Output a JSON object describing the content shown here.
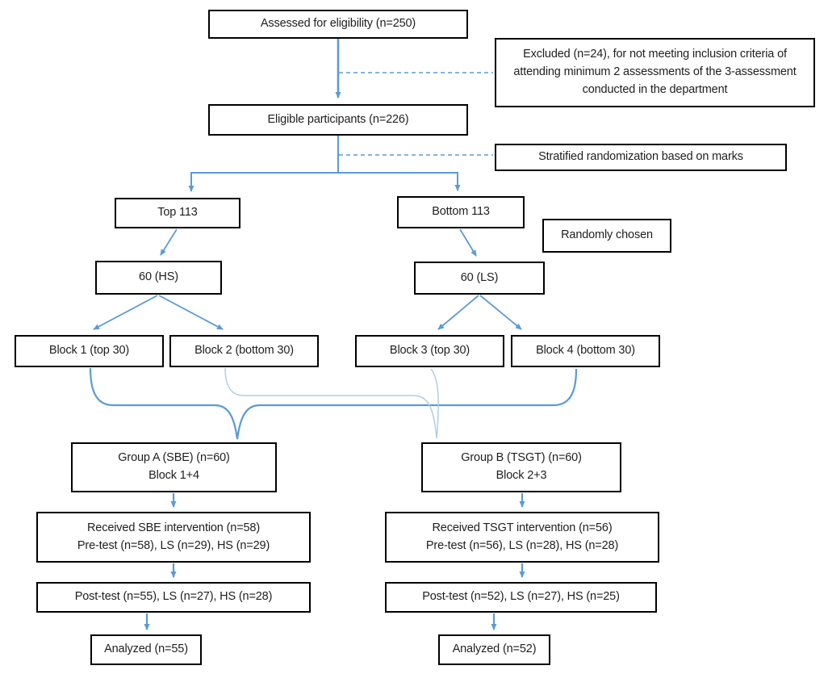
{
  "colors": {
    "arrow_blue": "#5b9bd5",
    "brace_light_blue": "#aecde9",
    "box_border": "#000000",
    "text": "#1f1f1f",
    "background": "#ffffff"
  },
  "diagram": {
    "boxes": {
      "assessed": {
        "text": "Assessed for eligibility (n=250)"
      },
      "excluded": {
        "text": "Excluded (n=24), for not meeting inclusion criteria of attending minimum 2 assessments of the 3-assessment conducted in the department"
      },
      "eligible": {
        "text": "Eligible participants (n=226)"
      },
      "stratified": {
        "text": "Stratified randomization based on marks"
      },
      "top113": {
        "text": "Top 113"
      },
      "bottom113": {
        "text": "Bottom 113"
      },
      "randomly_chosen": {
        "text": "Randomly chosen"
      },
      "hs60": {
        "text": "60 (HS)"
      },
      "ls60": {
        "text": "60 (LS)"
      },
      "block1": {
        "text": "Block 1 (top 30)"
      },
      "block2": {
        "text": "Block 2 (bottom 30)"
      },
      "block3": {
        "text": "Block 3 (top 30)"
      },
      "block4": {
        "text": "Block 4 (bottom 30)"
      },
      "groupA": {
        "line1": "Group A (SBE) (n=60)",
        "line2": "Block 1+4"
      },
      "groupB": {
        "line1": "Group B (TSGT) (n=60)",
        "line2": "Block 2+3"
      },
      "interventionA": {
        "line1": "Received SBE intervention (n=58)",
        "line2": "Pre-test (n=58), LS (n=29), HS (n=29)"
      },
      "interventionB": {
        "line1": "Received TSGT intervention (n=56)",
        "line2": "Pre-test (n=56), LS (n=28), HS (n=28)"
      },
      "posttestA": {
        "text": "Post-test (n=55), LS (n=27), HS (n=28)"
      },
      "posttestB": {
        "text": "Post-test (n=52), LS (n=27), HS (n=25)"
      },
      "analyzedA": {
        "text": "Analyzed (n=55)"
      },
      "analyzedB": {
        "text": "Analyzed (n=52)"
      }
    }
  }
}
